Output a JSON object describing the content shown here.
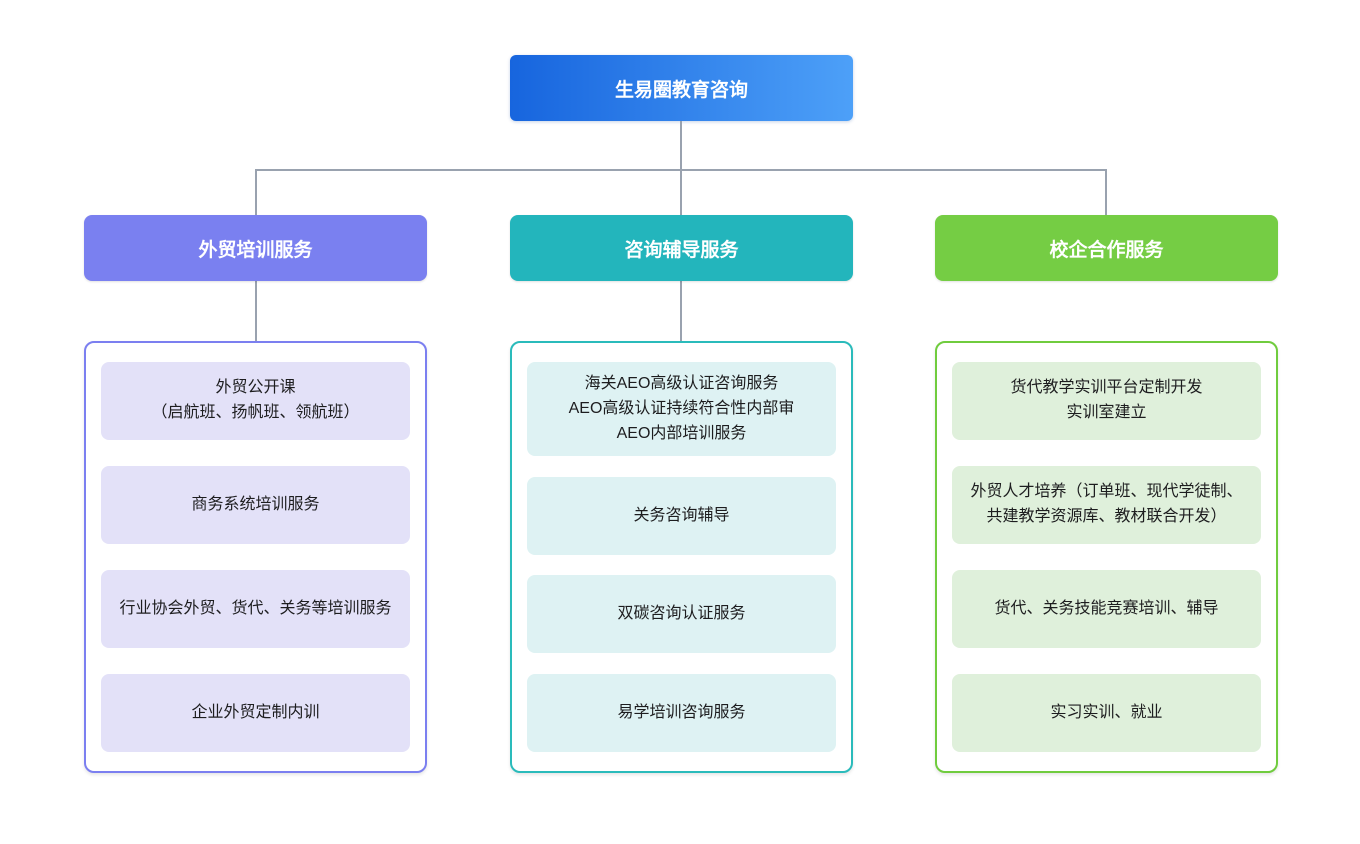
{
  "root": {
    "label": "生易圈教育咨询"
  },
  "colors": {
    "root_gradient_start": "#1765DE",
    "root_gradient_end": "#4DA0F8",
    "connector": "#99A2AF",
    "branch1_accent": "#7A80F0",
    "branch2_accent": "#23B5BC",
    "branch3_accent": "#75CD44",
    "branch1_card_bg": "#E3E1F8",
    "branch2_card_bg": "#DEF2F3",
    "branch3_card_bg": "#DFF0DB"
  },
  "columns": [
    {
      "title": "外贸培训服务",
      "items": [
        {
          "text": "外贸公开课\n（启航班、扬帆班、领航班）"
        },
        {
          "text": "商务系统培训服务"
        },
        {
          "text": "行业协会外贸、货代、关务等培训服务"
        },
        {
          "text": "企业外贸定制内训"
        }
      ]
    },
    {
      "title": "咨询辅导服务",
      "items": [
        {
          "text": "海关AEO高级认证咨询服务\nAEO高级认证持续符合性内部审\nAEO内部培训服务"
        },
        {
          "text": "关务咨询辅导"
        },
        {
          "text": "双碳咨询认证服务"
        },
        {
          "text": "易学培训咨询服务"
        }
      ]
    },
    {
      "title": "校企合作服务",
      "items": [
        {
          "text": "货代教学实训平台定制开发\n实训室建立"
        },
        {
          "text": "外贸人才培养（订单班、现代学徒制、共建教学资源库、教材联合开发）"
        },
        {
          "text": "货代、关务技能竞赛培训、辅导"
        },
        {
          "text": "实习实训、就业"
        }
      ]
    }
  ]
}
